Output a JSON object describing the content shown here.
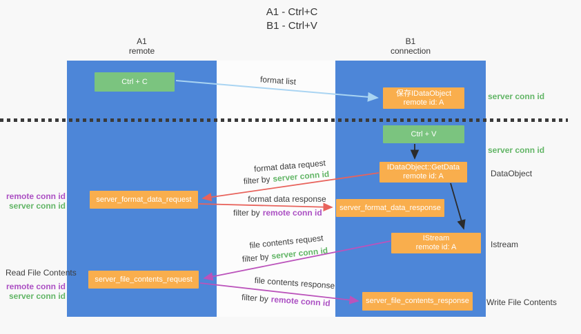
{
  "title": {
    "line1": "A1 - Ctrl+C",
    "line2": "B1 - Ctrl+V"
  },
  "columns": {
    "a1": {
      "name": "A1",
      "subtitle": "remote"
    },
    "b1": {
      "name": "B1",
      "subtitle": "connection"
    }
  },
  "nodes": {
    "ctrl_c": "Ctrl + C",
    "ctrl_v": "Ctrl + V",
    "save_idataobject": {
      "line1": "保存IDataObject",
      "line2": "remote id: A"
    },
    "getdata": {
      "line1": "IDataObject::GetData",
      "line2": "remote id: A"
    },
    "format_request": "server_format_data_request",
    "format_response": "server_format_data_response",
    "istream": {
      "line1": "IStream",
      "line2": "remote id: A"
    },
    "file_request": "server_file_contents_request",
    "file_response": "server_file_contents_response"
  },
  "labels": {
    "format_list": "format list",
    "format_data_request": "format data request",
    "format_data_response": "format data response",
    "file_contents_request": "file contents request",
    "file_contents_response": "file contents response",
    "filter_by": "filter by",
    "server_conn_id": "server conn id",
    "remote_conn_id": "remote conn id",
    "dataobject": "DataObject",
    "istream_side": "Istream",
    "read_file_contents": "Read File Contents",
    "write_file_contents": "Write File Contents"
  },
  "colors": {
    "lifeline_blue": "#4d86d8",
    "node_green": "#7bc47f",
    "node_orange": "#f9ae4d",
    "arrow_lightblue": "#a9d4f2",
    "arrow_red": "#e8635c",
    "arrow_magenta": "#bb53bb",
    "arrow_black": "#2b2b2b",
    "text_green": "#62b566",
    "text_purple": "#ab4fc3"
  }
}
